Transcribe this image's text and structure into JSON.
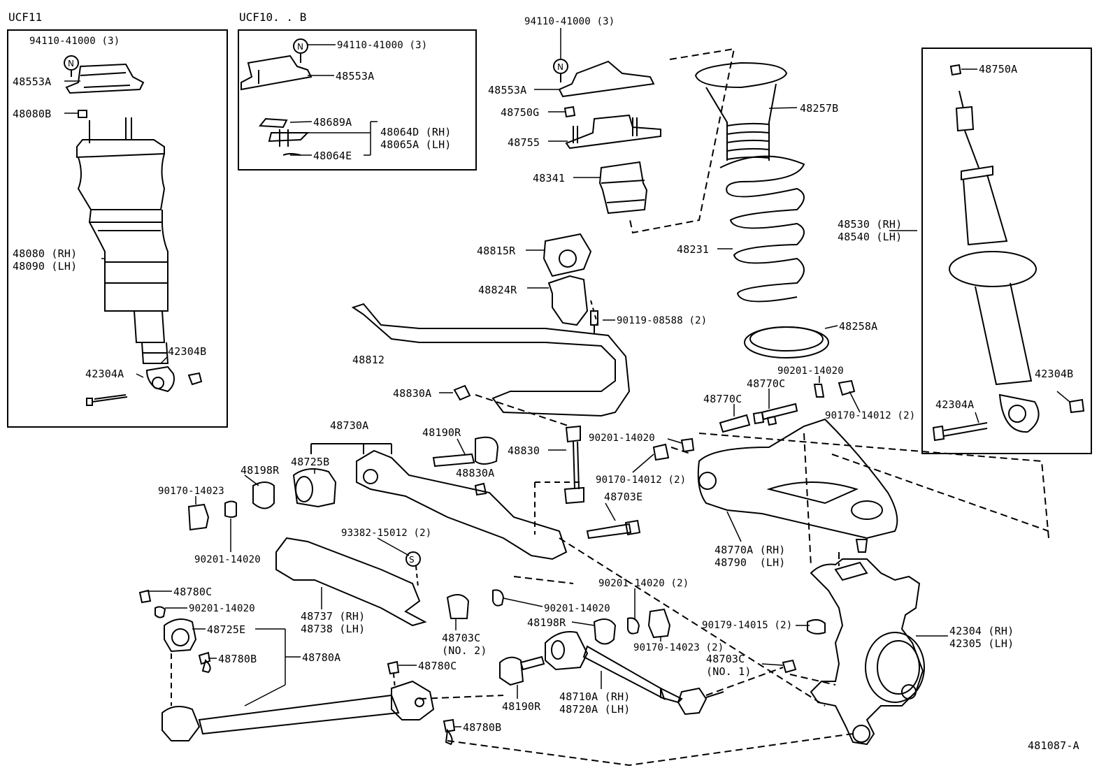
{
  "title_ucf11": "UCF11",
  "title_ucf10": "UCF10. . B",
  "diagram_id": "481087-A",
  "labels": {
    "p1": "94110-41000 (3)",
    "p2": "48553A",
    "p3": "48080B",
    "p4a": "48080 (RH)",
    "p4b": "48090 (LH)",
    "p5": "42304B",
    "p6": "42304A",
    "p7": "94110-41000 (3)",
    "p8": "48553A",
    "p9": "48689A",
    "p10a": "48064D (RH)",
    "p10b": "48065A (LH)",
    "p11": "48064E",
    "p12": "94110-41000 (3)",
    "p13": "48553A",
    "p14": "48750G",
    "p15": "48755",
    "p16": "48341",
    "p17": "48257B",
    "p18": "48231",
    "p19": "48258A",
    "p20": "48815R",
    "p21": "48824R",
    "p22": "90119-08588 (2)",
    "p23": "48812",
    "p24": "48830A",
    "p25": "48830",
    "p26": "48730A",
    "p27": "48190R",
    "p28": "48830A",
    "p29": "48198R",
    "p30": "48725B",
    "p31": "90170-14023",
    "p32": "90201-14020",
    "p33": "48703E",
    "p34": "93382-15012 (2)",
    "p35": "48780C",
    "p36": "90201-14020",
    "p37": "48725E",
    "p38": "48780B",
    "p39": "48780A",
    "p40a": "48737 (RH)",
    "p40b": "48738 (LH)",
    "p41a": "48703C",
    "p41b": "(NO. 2)",
    "p42": "90201-14020",
    "p43": "48780C",
    "p44": "48190R",
    "p45": "48780B",
    "p46": "48198R",
    "p47a": "48710A (RH)",
    "p47b": "48720A (LH)",
    "p48": "90201-14020 (2)",
    "p49": "90170-14023 (2)",
    "p50": "90179-14015 (2)",
    "p51a": "48703C",
    "p51b": "(NO. 1)",
    "p52a": "42304 (RH)",
    "p52b": "42305 (LH)",
    "p53": "90201-14020",
    "p54": "48770C",
    "p55": "48770C",
    "p56": "90170-14012 (2)",
    "p57": "90201-14020",
    "p58": "90170-14012 (2)",
    "p59a": "48770A (RH)",
    "p59b": "48790  (LH)",
    "p60": "48750A",
    "p61a": "48530 (RH)",
    "p61b": "48540 (LH)",
    "p62": "42304B",
    "p63": "42304A"
  },
  "nut_symbol": "N",
  "stud_symbol": "S"
}
